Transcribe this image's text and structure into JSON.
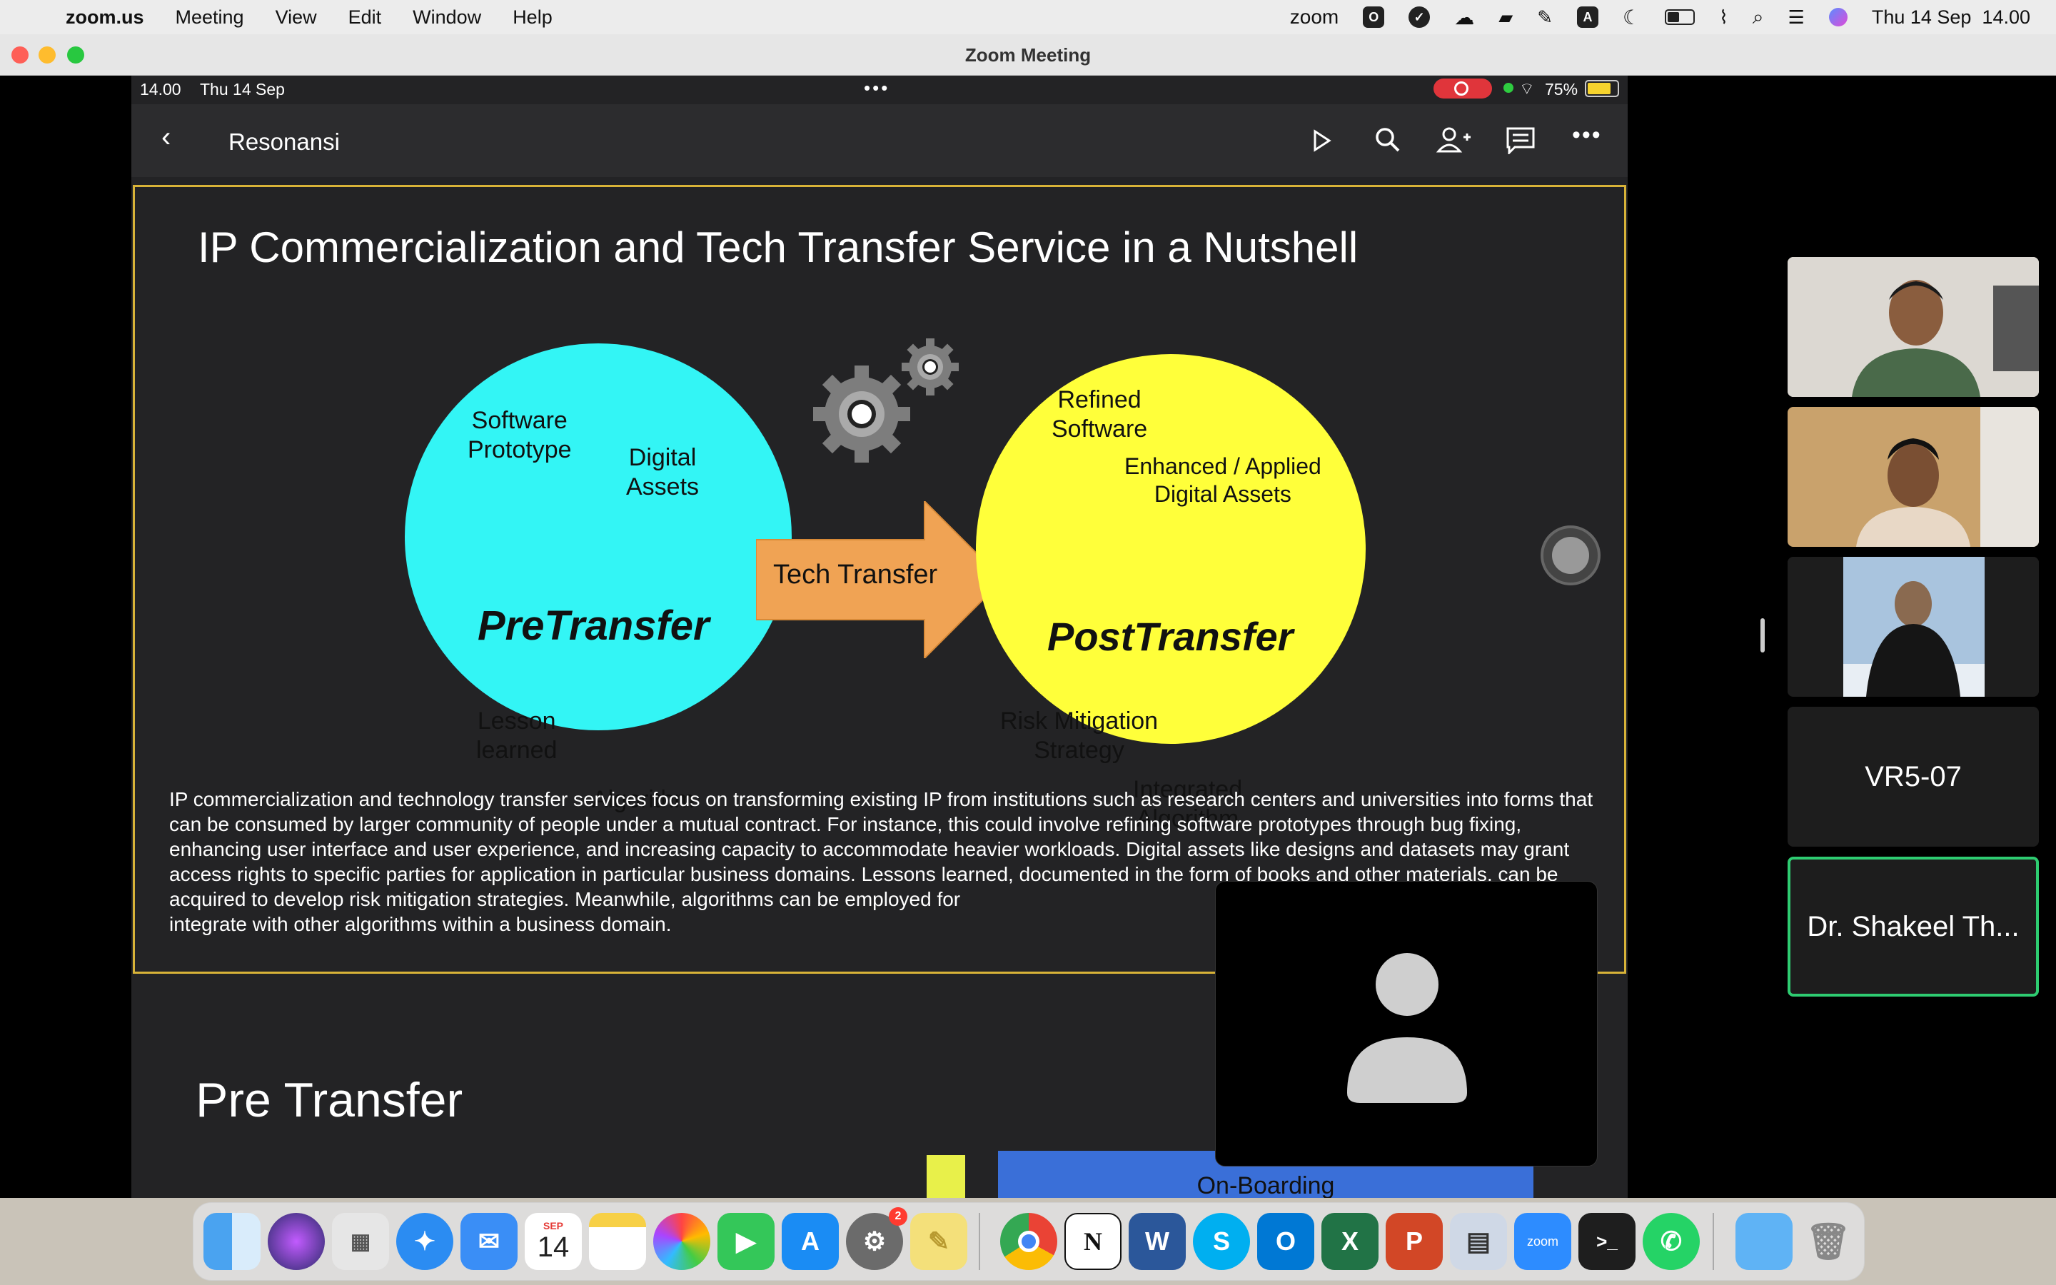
{
  "menubar": {
    "app": "zoom.us",
    "menus": [
      "Meeting",
      "View",
      "Edit",
      "Window",
      "Help"
    ],
    "zoom_status": "zoom",
    "text_input_indicator": "A",
    "datetime": "Thu 14 Sep  14.00"
  },
  "window": {
    "title": "Zoom Meeting"
  },
  "ipad": {
    "time": "14.00",
    "date": "Thu 14 Sep",
    "battery": "75%",
    "back_icon": "chevron-left-icon",
    "doc_title": "Resonansi"
  },
  "slide": {
    "title": "IP Commercialization and Tech Transfer Service in a Nutshell",
    "pre": {
      "name": "PreTransfer",
      "items": [
        "Software\nPrototype",
        "Digital\nAssets",
        "Lesson\nlearned",
        "Algorithm"
      ],
      "color": "#33f5f5"
    },
    "arrow": {
      "label": "Tech Transfer",
      "color": "#f0a354"
    },
    "post": {
      "name": "PostTransfer",
      "items": [
        "Refined\nSoftware",
        "Enhanced / Applied\nDigital Assets",
        "Risk Mitigation\nStrategy",
        "Integrated\nAlgorithm"
      ],
      "color": "#ffff3a"
    },
    "description": "IP commercialization and technology transfer services focus on transforming existing IP from institutions such as research centers and universities into forms that can be consumed by larger community of people under a mutual contract. For instance, this could involve refining software prototypes through bug fixing, enhancing user interface and user experience, and increasing capacity to accommodate heavier workloads. Digital assets like designs and datasets may grant access rights to specific parties for application in particular business domains. Lessons learned, documented in the form of books and other materials, can be acquired to develop risk mitigation strategies. Meanwhile, algorithms can be employed for\nintegrate with other algorithms within a business domain."
  },
  "slide2": {
    "title": "Pre Transfer",
    "box_label": "On-Boarding"
  },
  "participants": [
    {
      "name": "VR5-07"
    },
    {
      "name": "Dr. Shakeel Th..."
    }
  ],
  "colors": {
    "active_speaker": "#2ecc71",
    "slide_border": "#d8b338"
  },
  "dock": {
    "calendar_month": "SEP",
    "calendar_day": "14",
    "settings_badge": "2",
    "zoom_label": "zoom",
    "apps": [
      "finder",
      "siri",
      "launchpad",
      "safari",
      "mail",
      "calendar",
      "notes",
      "photos",
      "facetime",
      "app-store",
      "system-settings",
      "stickies",
      "chrome",
      "notion",
      "word",
      "skype",
      "outlook",
      "excel",
      "powerpoint",
      "preview",
      "zoom",
      "terminal",
      "whatsapp",
      "folder",
      "trash"
    ]
  }
}
